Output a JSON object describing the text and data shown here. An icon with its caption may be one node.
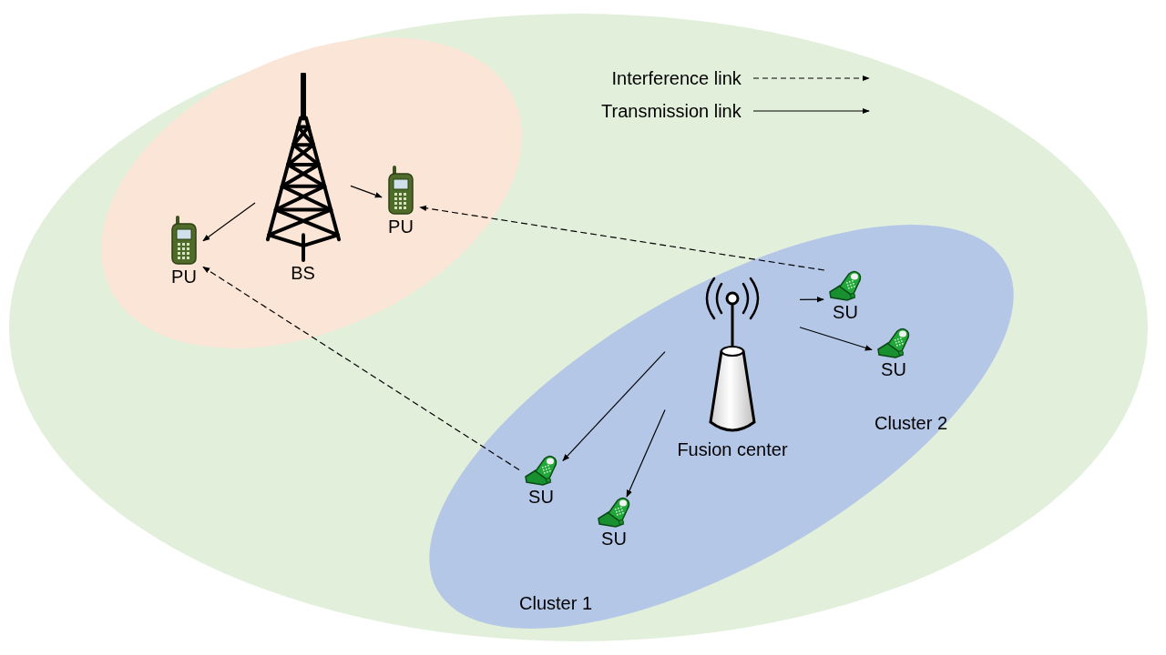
{
  "diagram": {
    "nodes": [
      {
        "text": [],
        "shape": "ellipse"
      },
      {
        "text": [],
        "shape": "ellipse",
        "in": 0
      },
      {
        "text": [
          "BS"
        ],
        "in": 1
      },
      {
        "text": [
          "PU"
        ],
        "in": 1
      },
      {
        "text": [
          "PU"
        ],
        "in": 1
      },
      {
        "text": [],
        "shape": "ellipse",
        "in": 0
      },
      {
        "text": [
          "Fusion center"
        ],
        "in": 5
      },
      {
        "text": [
          "Cluster 2"
        ],
        "in": 5
      },
      {
        "text": [
          "SU"
        ],
        "in": 7
      },
      {
        "text": [
          "SU"
        ],
        "in": 7
      },
      {
        "text": [
          "Cluster 1"
        ],
        "in": 5
      },
      {
        "text": [
          "SU"
        ],
        "in": 10
      },
      {
        "text": [
          "SU"
        ],
        "in": 10
      }
    ],
    "edges": [
      {
        "from": 2,
        "to": 3,
        "arrow": "to"
      },
      {
        "from": 2,
        "to": 4,
        "arrow": "to"
      },
      {
        "from": 8,
        "to": 4,
        "arrow": "to",
        "style": "dashed"
      },
      {
        "from": 11,
        "to": 3,
        "arrow": "to",
        "style": "dashed"
      },
      {
        "from": 6,
        "to": 8,
        "arrow": "to"
      },
      {
        "from": 6,
        "to": 9,
        "arrow": "to"
      },
      {
        "from": 6,
        "to": 11,
        "arrow": "to"
      },
      {
        "from": 6,
        "to": 12,
        "arrow": "to"
      }
    ],
    "legend": [
      {
        "text": "Interference link"
      },
      {
        "text": "Transmission link"
      }
    ]
  }
}
